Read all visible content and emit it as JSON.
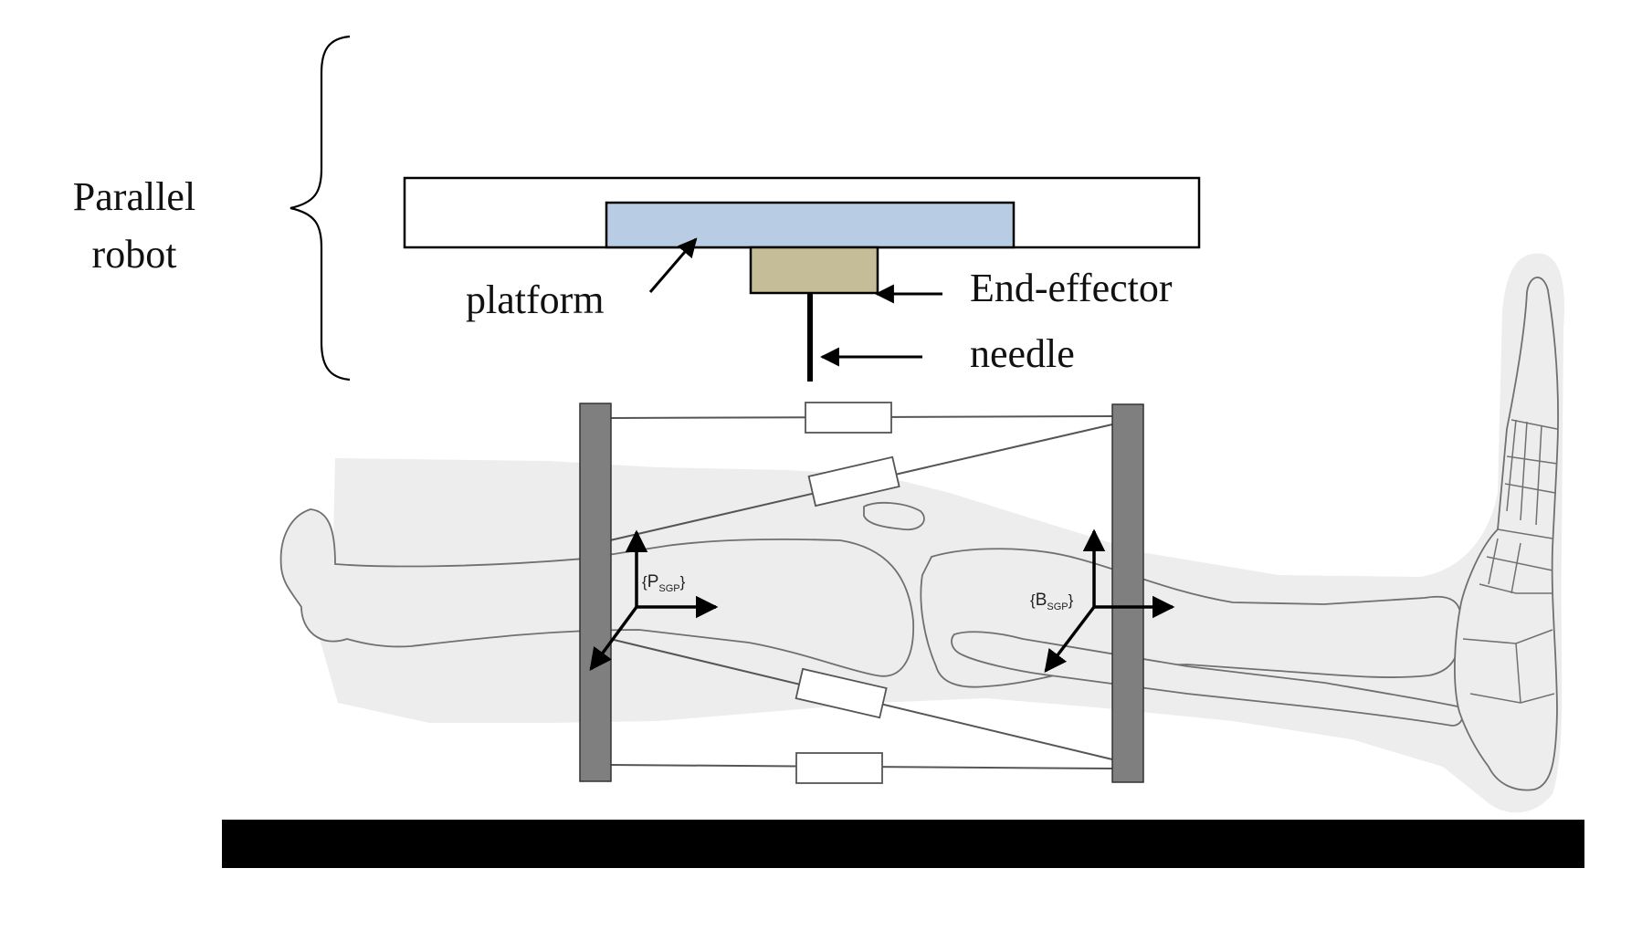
{
  "labels": {
    "parallel_robot_line1": "Parallel",
    "parallel_robot_line2": "robot",
    "platform": "platform",
    "end_effector": "End-effector",
    "needle": "needle"
  },
  "frames": {
    "p_main": "P",
    "p_sub": "SGP",
    "b_main": "B",
    "b_sub": "SGP"
  },
  "colors": {
    "platform_fill": "#b8cce4",
    "end_effector_fill": "#c4bd97",
    "ring_fill": "#7f7f7f",
    "leg_fill": "#ededed",
    "table_fill": "#000000"
  }
}
